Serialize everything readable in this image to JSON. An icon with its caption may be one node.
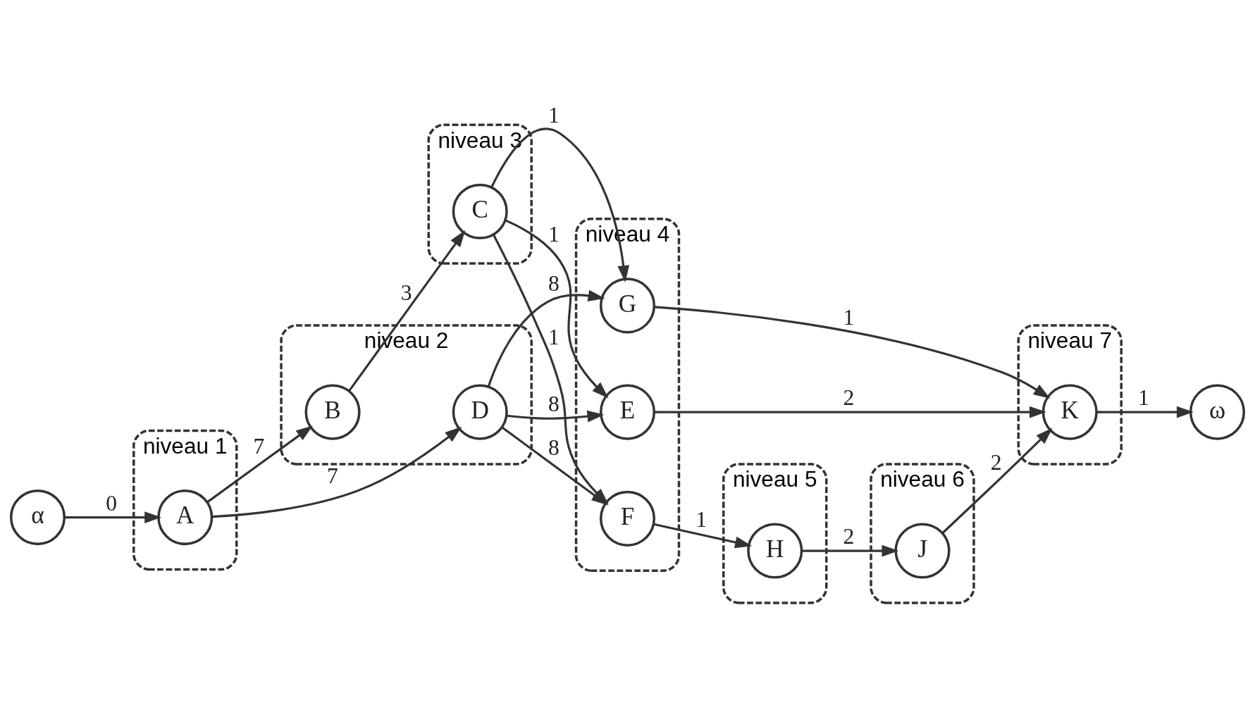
{
  "diagram": {
    "nodes": [
      {
        "text": [
          "α"
        ]
      },
      {
        "text": [
          "niveau 1"
        ]
      },
      {
        "text": [
          "A"
        ],
        "in": 1
      },
      {
        "text": [
          "niveau 2"
        ]
      },
      {
        "text": [
          "B"
        ],
        "in": 3
      },
      {
        "text": [
          "D"
        ],
        "in": 3
      },
      {
        "text": [
          "niveau 3"
        ]
      },
      {
        "text": [
          "C"
        ],
        "in": 6
      },
      {
        "text": [
          "niveau 4"
        ]
      },
      {
        "text": [
          "G"
        ],
        "in": 8
      },
      {
        "text": [
          "E"
        ],
        "in": 8
      },
      {
        "text": [
          "F"
        ],
        "in": 8
      },
      {
        "text": [
          "niveau 5"
        ]
      },
      {
        "text": [
          "H"
        ],
        "in": 12
      },
      {
        "text": [
          "niveau 6"
        ]
      },
      {
        "text": [
          "J"
        ],
        "in": 14
      },
      {
        "text": [
          "niveau 7"
        ]
      },
      {
        "text": [
          "K"
        ],
        "in": 16
      },
      {
        "text": [
          "ω"
        ]
      }
    ],
    "edges": [
      {
        "from": 0,
        "to": 2,
        "arrow": "to",
        "label": "0"
      },
      {
        "from": 2,
        "to": 4,
        "arrow": "to",
        "label": "7"
      },
      {
        "from": 2,
        "to": 5,
        "arrow": "to",
        "label": "7"
      },
      {
        "from": 4,
        "to": 7,
        "arrow": "to",
        "label": "3"
      },
      {
        "from": 7,
        "to": 9,
        "arrow": "to",
        "label": "1"
      },
      {
        "from": 7,
        "to": 10,
        "arrow": "to",
        "label": "1"
      },
      {
        "from": 7,
        "to": 11,
        "arrow": "to",
        "label": "1"
      },
      {
        "from": 5,
        "to": 9,
        "arrow": "to",
        "label": "8"
      },
      {
        "from": 5,
        "to": 10,
        "arrow": "to",
        "label": "8"
      },
      {
        "from": 5,
        "to": 11,
        "arrow": "to",
        "label": "8"
      },
      {
        "from": 9,
        "to": 17,
        "arrow": "to",
        "label": "1"
      },
      {
        "from": 10,
        "to": 17,
        "arrow": "to",
        "label": "2"
      },
      {
        "from": 11,
        "to": 13,
        "arrow": "to",
        "label": "1"
      },
      {
        "from": 13,
        "to": 15,
        "arrow": "to",
        "label": "2"
      },
      {
        "from": 15,
        "to": 17,
        "arrow": "to",
        "label": "2"
      },
      {
        "from": 17,
        "to": 18,
        "arrow": "to",
        "label": "1"
      }
    ]
  }
}
